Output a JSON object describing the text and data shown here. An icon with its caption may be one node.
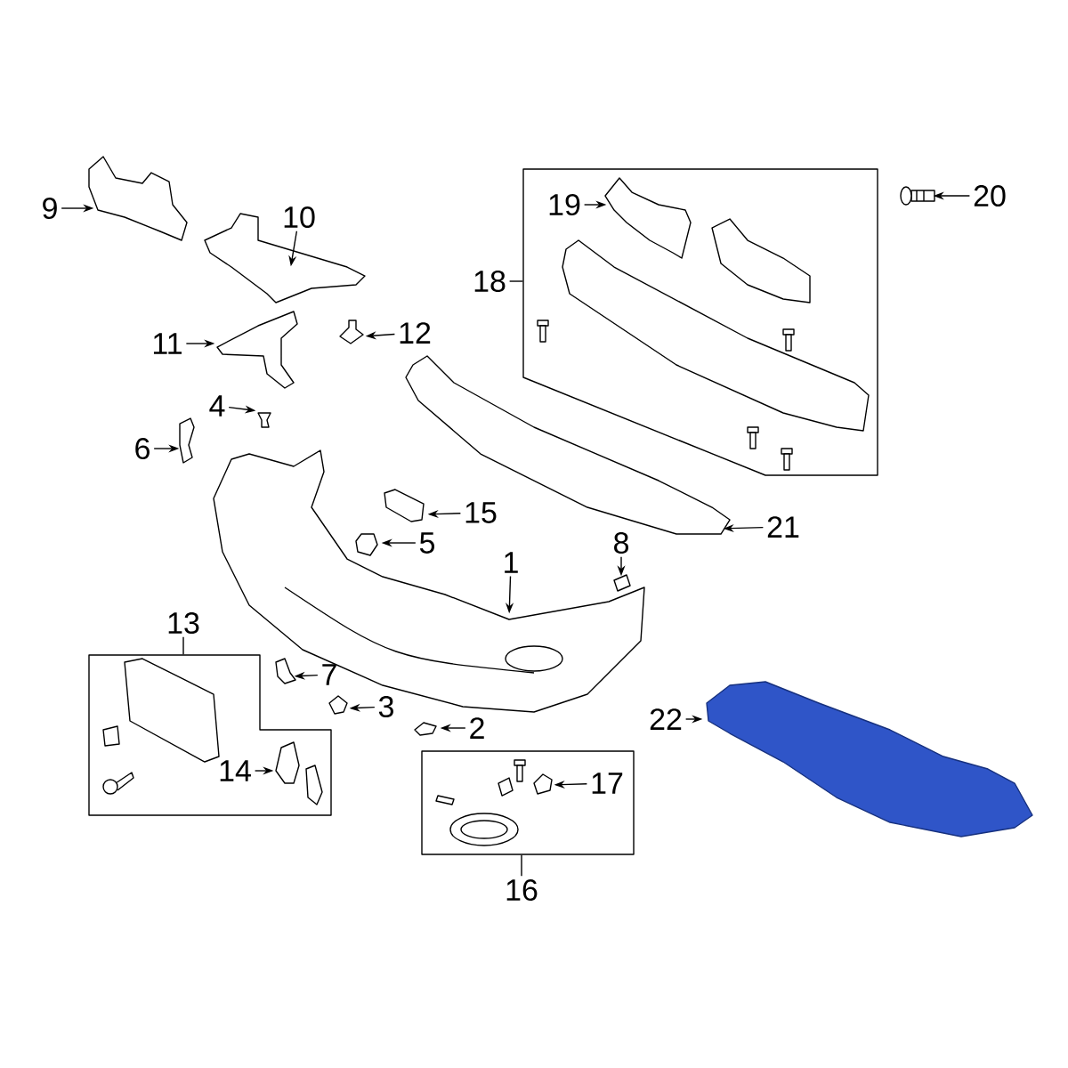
{
  "diagram": {
    "nodes": [
      {
        "text": [
          "9"
        ]
      },
      {
        "text": [],
        "shape": "picture"
      },
      {
        "text": [],
        "shape": "box"
      },
      {
        "text": [
          "19"
        ],
        "in": 2
      },
      {
        "text": [],
        "shape": "picture",
        "in": 2
      },
      {
        "text": [
          "20"
        ]
      },
      {
        "text": [],
        "shape": "picture"
      },
      {
        "text": [
          "10"
        ]
      },
      {
        "text": [],
        "shape": "picture"
      },
      {
        "text": [
          "18"
        ]
      },
      {
        "text": [
          "11"
        ]
      },
      {
        "text": [],
        "shape": "picture"
      },
      {
        "text": [
          "12"
        ]
      },
      {
        "text": [],
        "shape": "picture"
      },
      {
        "text": [
          "4"
        ]
      },
      {
        "text": [],
        "shape": "picture"
      },
      {
        "text": [
          "6"
        ]
      },
      {
        "text": [],
        "shape": "picture"
      },
      {
        "text": [
          "15"
        ]
      },
      {
        "text": [],
        "shape": "picture"
      },
      {
        "text": [],
        "shape": "picture"
      },
      {
        "text": [
          "21"
        ]
      },
      {
        "text": [
          "5"
        ]
      },
      {
        "text": [],
        "shape": "picture"
      },
      {
        "text": [
          "1"
        ]
      },
      {
        "text": [],
        "shape": "picture"
      },
      {
        "text": [
          "8"
        ]
      },
      {
        "text": [],
        "shape": "picture"
      },
      {
        "text": [
          "13"
        ]
      },
      {
        "text": [],
        "shape": "box"
      },
      {
        "text": [],
        "shape": "picture",
        "in": 29
      },
      {
        "text": [
          "14"
        ],
        "in": 29
      },
      {
        "text": [
          "7"
        ]
      },
      {
        "text": [],
        "shape": "picture"
      },
      {
        "text": [
          "3"
        ]
      },
      {
        "text": [],
        "shape": "picture"
      },
      {
        "text": [
          "22"
        ]
      },
      {
        "text": [],
        "shape": "picture"
      },
      {
        "text": [
          "2"
        ]
      },
      {
        "text": [],
        "shape": "picture"
      },
      {
        "text": [],
        "shape": "box"
      },
      {
        "text": [],
        "shape": "picture",
        "in": 40
      },
      {
        "text": [
          "17"
        ],
        "in": 40
      },
      {
        "text": [
          "16"
        ]
      }
    ],
    "edges": [
      {
        "from": 0,
        "to": 1,
        "arrow": "to"
      },
      {
        "from": 3,
        "to": 4,
        "arrow": "to"
      },
      {
        "from": 5,
        "to": 6,
        "arrow": "to"
      },
      {
        "from": 7,
        "to": 8,
        "arrow": "to"
      },
      {
        "from": 9,
        "to": 2,
        "arrow": "none"
      },
      {
        "from": 10,
        "to": 11,
        "arrow": "to"
      },
      {
        "from": 12,
        "to": 13,
        "arrow": "to"
      },
      {
        "from": 14,
        "to": 15,
        "arrow": "to"
      },
      {
        "from": 16,
        "to": 17,
        "arrow": "to"
      },
      {
        "from": 18,
        "to": 19,
        "arrow": "to"
      },
      {
        "from": 21,
        "to": 20,
        "arrow": "to"
      },
      {
        "from": 22,
        "to": 23,
        "arrow": "to"
      },
      {
        "from": 24,
        "to": 25,
        "arrow": "to"
      },
      {
        "from": 26,
        "to": 27,
        "arrow": "to"
      },
      {
        "from": 28,
        "to": 29,
        "arrow": "none"
      },
      {
        "from": 31,
        "to": 30,
        "arrow": "to"
      },
      {
        "from": 32,
        "to": 33,
        "arrow": "to"
      },
      {
        "from": 34,
        "to": 35,
        "arrow": "to"
      },
      {
        "from": 36,
        "to": 37,
        "arrow": "to"
      },
      {
        "from": 38,
        "to": 39,
        "arrow": "to"
      },
      {
        "from": 42,
        "to": 41,
        "arrow": "to"
      },
      {
        "from": 43,
        "to": 40,
        "arrow": "none"
      }
    ]
  }
}
